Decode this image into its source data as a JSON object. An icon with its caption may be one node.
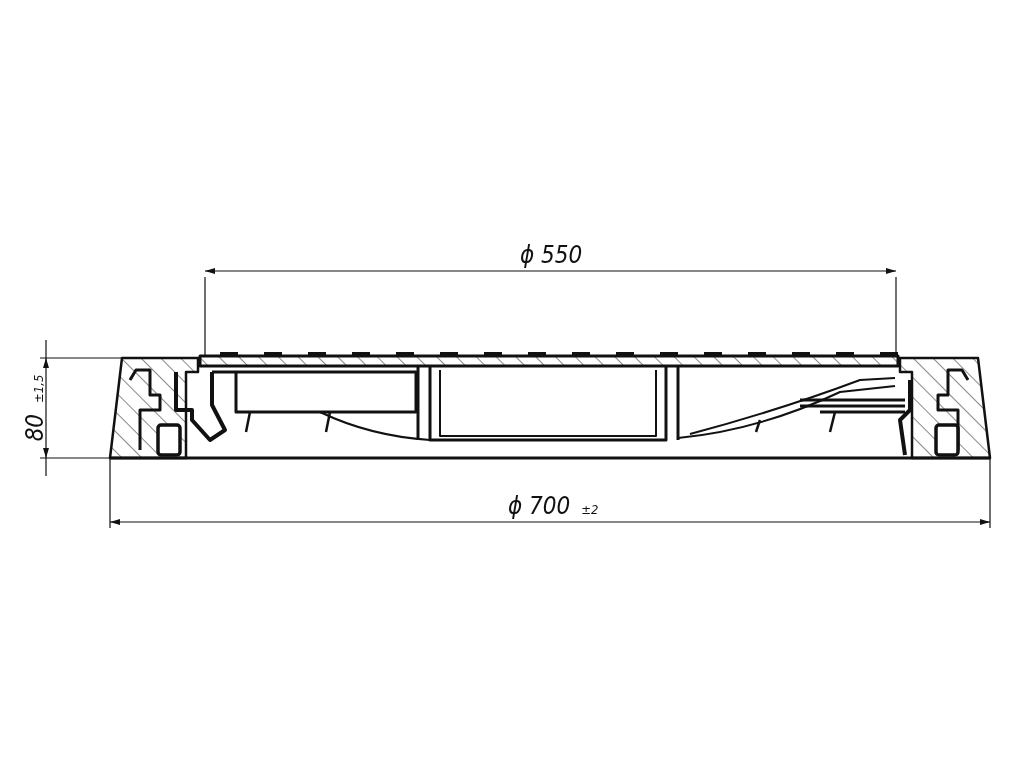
{
  "diagram": {
    "labels": [
      "ϕ 550",
      "80 $_{±1,5}$",
      "ϕ 700 $_{±2}$"
    ]
  }
}
